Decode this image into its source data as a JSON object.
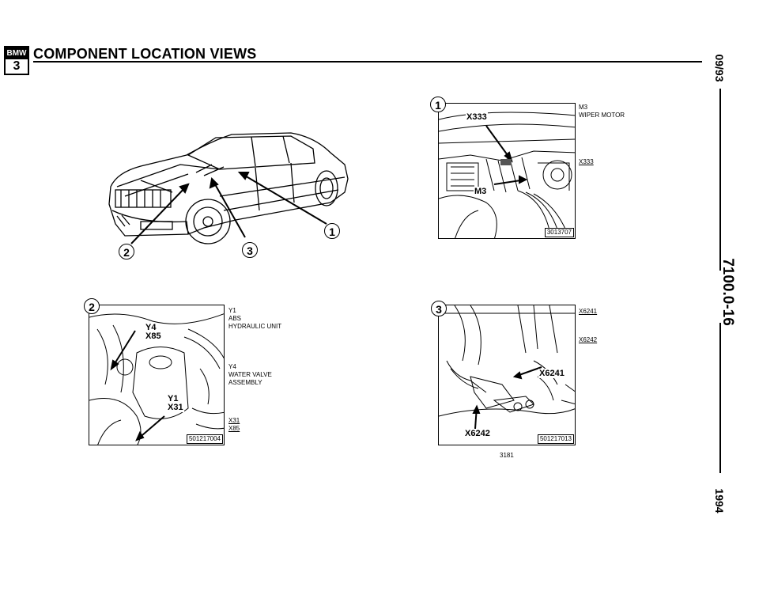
{
  "header": {
    "logo_brand": "BMW",
    "logo_series": "3",
    "title": "COMPONENT LOCATION VIEWS"
  },
  "side": {
    "date": "09/93",
    "ref": "7100.0-16",
    "year": "1994"
  },
  "overview": {
    "callouts": [
      "1",
      "2",
      "3"
    ]
  },
  "view1": {
    "number": "1",
    "callouts": {
      "x333": "X333",
      "m3": "M3"
    },
    "legend": [
      {
        "code": "M3",
        "desc": "WIPER MOTOR"
      },
      {
        "code": "X333",
        "desc": ""
      }
    ],
    "figure_code": "3013707"
  },
  "view2": {
    "number": "2",
    "callouts": {
      "y4": "Y4",
      "x85": "X85",
      "y1": "Y1",
      "x31": "X31"
    },
    "legend": [
      {
        "code": "Y1",
        "desc1": "ABS",
        "desc2": "HYDRAULIC UNIT"
      },
      {
        "code": "Y4",
        "desc1": "WATER VALVE",
        "desc2": "ASSEMBLY"
      }
    ],
    "extra_codes": [
      "X31",
      "X85"
    ],
    "figure_code": "501217004"
  },
  "view3": {
    "number": "3",
    "callouts": {
      "x6241": "X6241",
      "x6242": "X6242"
    },
    "legend": [
      "X6241",
      "X6242"
    ],
    "figure_code": "501217013"
  },
  "footer": {
    "number": "3181"
  }
}
